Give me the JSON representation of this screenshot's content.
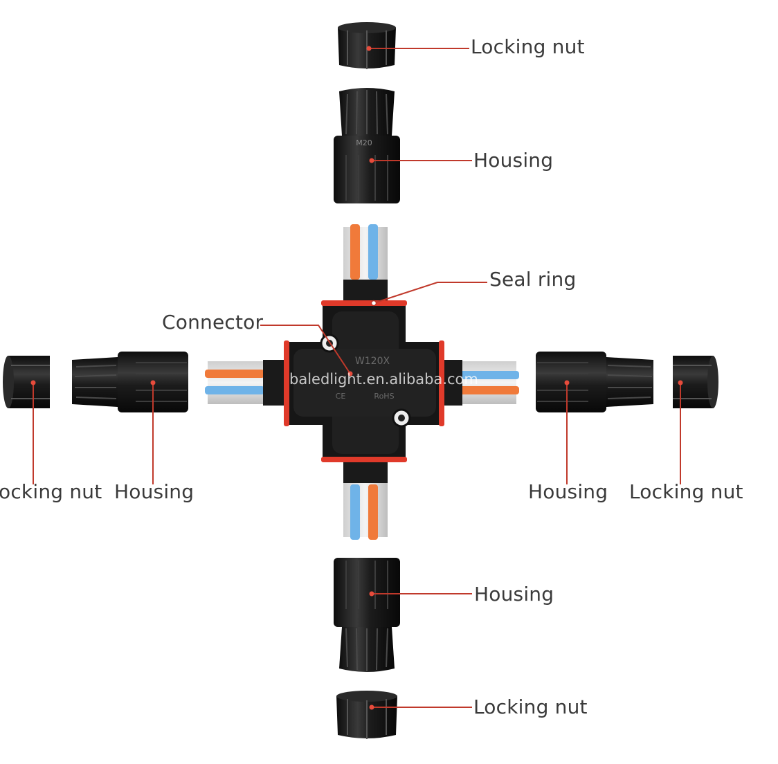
{
  "labels": {
    "top_locking_nut": "Locking nut",
    "top_housing": "Housing",
    "seal_ring": "Seal ring",
    "connector": "Connector",
    "left_locking_nut": "ocking nut",
    "left_housing": "Housing",
    "right_housing": "Housing",
    "right_locking_nut": "Locking nut",
    "bottom_housing": "Housing",
    "bottom_locking_nut": "Locking nut"
  },
  "body_text": {
    "model": "W120X",
    "cert_ce": "CE",
    "cert_rohs": "RoHS",
    "thread_size": "M20"
  },
  "watermark": "baledlight.en.alibaba.com",
  "colors": {
    "leader_line": "#c0392b",
    "plastic": "#1b1b1b",
    "seal_ring": "#e03a2a",
    "lever_orange": "#f07a3a",
    "lever_blue": "#6fb3e8",
    "text": "#3a3a3a"
  }
}
